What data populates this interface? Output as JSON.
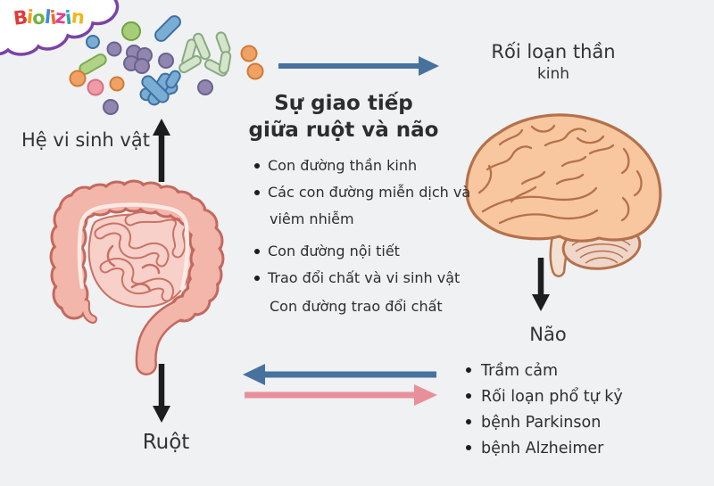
{
  "logo": {
    "text": "Biolizin",
    "letters": [
      {
        "ch": "B",
        "color": "#e03a3a"
      },
      {
        "ch": "i",
        "color": "#f39b1d"
      },
      {
        "ch": "o",
        "color": "#6fb440"
      },
      {
        "ch": "l",
        "color": "#3e8ed0"
      },
      {
        "ch": "i",
        "color": "#ef6b35"
      },
      {
        "ch": "z",
        "color": "#e23f8f"
      },
      {
        "ch": "i",
        "color": "#29a8b8"
      },
      {
        "ch": "n",
        "color": "#f5b418"
      }
    ]
  },
  "labels": {
    "microbiome": "Hệ vi sinh vật",
    "gut": "Ruột",
    "brain": "Não",
    "neuro_disorder_line1": "Rối loạn thần",
    "neuro_disorder_line2": "kinh"
  },
  "communication": {
    "title_line1": "Sự giao tiếp",
    "title_line2": "giữa ruột và não",
    "items": [
      {
        "text": "Con đường thần kinh",
        "sub": ""
      },
      {
        "text": "Các con đường miễn dịch và",
        "sub": "viêm nhiễm"
      },
      {
        "text": "Con đường nội tiết",
        "sub": ""
      },
      {
        "text": "Trao đổi chất và vi sinh vật",
        "sub": "Con đường trao đổi chất"
      }
    ]
  },
  "brain_effects": [
    "Trầm cảm",
    "Rối loạn phổ tự kỷ",
    "bệnh Parkinson",
    "bệnh Alzheimer"
  ],
  "colors": {
    "background": "#eff1f3",
    "text": "#333333",
    "arrow_blue": "#47729e",
    "arrow_pink": "#e8909a",
    "arrow_black": "#1d1d1d",
    "intestine_fill": "#f2b6aa",
    "intestine_outline": "#c4685e",
    "intestine_inner": "#f6d0c9",
    "brain_fill": "#f8c79f",
    "brain_outline": "#b5714a",
    "cerebellum_fill": "#f0d5c9",
    "logo_cloud_border": "#7a43a5",
    "microbe_blue": "#79add3",
    "microbe_green": "#a6cd77",
    "microbe_lightgreen": "#d5e5cb",
    "microbe_orange": "#f0a265",
    "microbe_pink": "#f09ca8",
    "microbe_purple": "#9186b0"
  }
}
